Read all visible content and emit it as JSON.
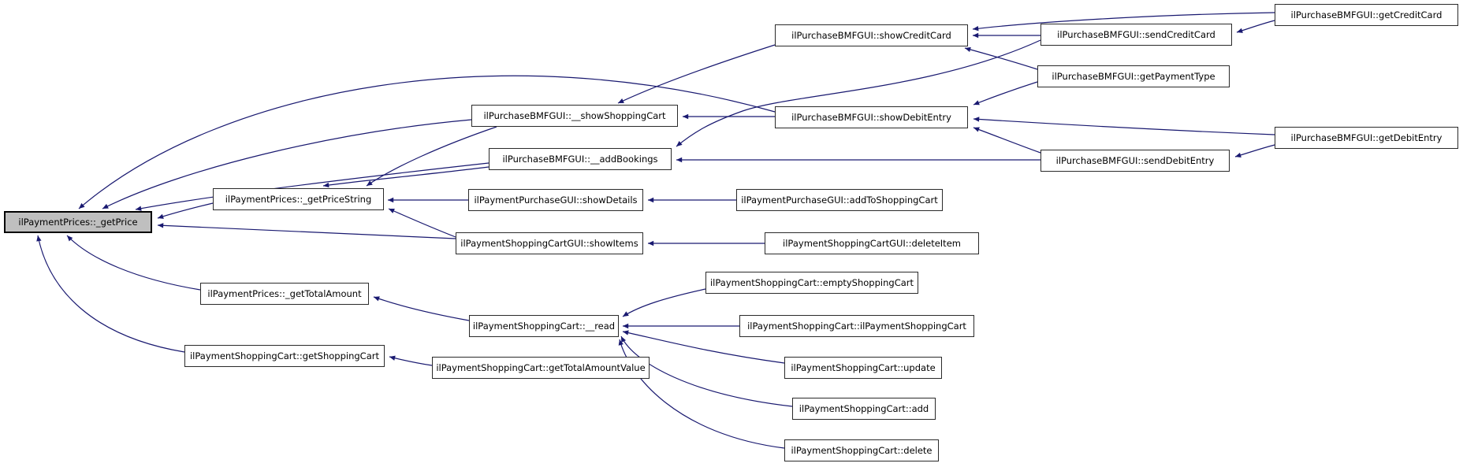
{
  "diagram": {
    "type": "doxygen-caller-graph",
    "focus_node_id": "getPrice",
    "colors": {
      "background": "#ffffff",
      "edge": "#191970",
      "node_fill": "#ffffff",
      "node_border": "#2a2a2a",
      "focus_node_fill": "#bfbfbf"
    },
    "nodes": {
      "getPrice": {
        "label": "ilPaymentPrices::_getPrice"
      },
      "getPriceString": {
        "label": "ilPaymentPrices::_getPriceString"
      },
      "getTotalAmount": {
        "label": "ilPaymentPrices::_getTotalAmount"
      },
      "showShoppingCart": {
        "label": "ilPurchaseBMFGUI::__showShoppingCart"
      },
      "addBookings": {
        "label": "ilPurchaseBMFGUI::__addBookings"
      },
      "showCreditCard": {
        "label": "ilPurchaseBMFGUI::showCreditCard"
      },
      "sendCreditCard": {
        "label": "ilPurchaseBMFGUI::sendCreditCard"
      },
      "getCreditCard": {
        "label": "ilPurchaseBMFGUI::getCreditCard"
      },
      "getPaymentType": {
        "label": "ilPurchaseBMFGUI::getPaymentType"
      },
      "showDebitEntry": {
        "label": "ilPurchaseBMFGUI::showDebitEntry"
      },
      "sendDebitEntry": {
        "label": "ilPurchaseBMFGUI::sendDebitEntry"
      },
      "getDebitEntry": {
        "label": "ilPurchaseBMFGUI::getDebitEntry"
      },
      "showDetails": {
        "label": "ilPaymentPurchaseGUI::showDetails"
      },
      "addToShoppingCart": {
        "label": "ilPaymentPurchaseGUI::addToShoppingCart"
      },
      "showItems": {
        "label": "ilPaymentShoppingCartGUI::showItems"
      },
      "deleteItem": {
        "label": "ilPaymentShoppingCartGUI::deleteItem"
      },
      "getShoppingCart": {
        "label": "ilPaymentShoppingCart::getShoppingCart"
      },
      "getTotalAmountValue": {
        "label": "ilPaymentShoppingCart::getTotalAmountValue"
      },
      "read": {
        "label": "ilPaymentShoppingCart::__read"
      },
      "emptyShoppingCart": {
        "label": "ilPaymentShoppingCart::emptyShoppingCart"
      },
      "ctor": {
        "label": "ilPaymentShoppingCart::ilPaymentShoppingCart"
      },
      "update": {
        "label": "ilPaymentShoppingCart::update"
      },
      "add": {
        "label": "ilPaymentShoppingCart::add"
      },
      "del": {
        "label": "ilPaymentShoppingCart::delete"
      }
    },
    "edges": [
      {
        "from": "getPriceString",
        "to": "getPrice"
      },
      {
        "from": "showItems",
        "to": "getPrice"
      },
      {
        "from": "showShoppingCart",
        "to": "getPrice"
      },
      {
        "from": "addBookings",
        "to": "getPrice"
      },
      {
        "from": "showDebitEntry",
        "to": "getPrice"
      },
      {
        "from": "getTotalAmount",
        "to": "getPrice"
      },
      {
        "from": "getShoppingCart",
        "to": "getPrice"
      },
      {
        "from": "showShoppingCart",
        "to": "getPriceString"
      },
      {
        "from": "addBookings",
        "to": "getPriceString"
      },
      {
        "from": "showDetails",
        "to": "getPriceString"
      },
      {
        "from": "showItems",
        "to": "getPriceString"
      },
      {
        "from": "showCreditCard",
        "to": "showShoppingCart"
      },
      {
        "from": "showDebitEntry",
        "to": "showShoppingCart"
      },
      {
        "from": "sendDebitEntry",
        "to": "addBookings"
      },
      {
        "from": "sendCreditCard",
        "to": "addBookings"
      },
      {
        "from": "sendCreditCard",
        "to": "showCreditCard"
      },
      {
        "from": "getCreditCard",
        "to": "showCreditCard"
      },
      {
        "from": "getCreditCard",
        "to": "sendCreditCard"
      },
      {
        "from": "getPaymentType",
        "to": "showCreditCard"
      },
      {
        "from": "getPaymentType",
        "to": "showDebitEntry"
      },
      {
        "from": "sendDebitEntry",
        "to": "showDebitEntry"
      },
      {
        "from": "getDebitEntry",
        "to": "showDebitEntry"
      },
      {
        "from": "getDebitEntry",
        "to": "sendDebitEntry"
      },
      {
        "from": "addToShoppingCart",
        "to": "showDetails"
      },
      {
        "from": "deleteItem",
        "to": "showItems"
      },
      {
        "from": "read",
        "to": "getTotalAmount"
      },
      {
        "from": "getTotalAmountValue",
        "to": "getShoppingCart"
      },
      {
        "from": "emptyShoppingCart",
        "to": "read"
      },
      {
        "from": "ctor",
        "to": "read"
      },
      {
        "from": "update",
        "to": "read"
      },
      {
        "from": "add",
        "to": "read"
      },
      {
        "from": "del",
        "to": "read"
      }
    ]
  }
}
